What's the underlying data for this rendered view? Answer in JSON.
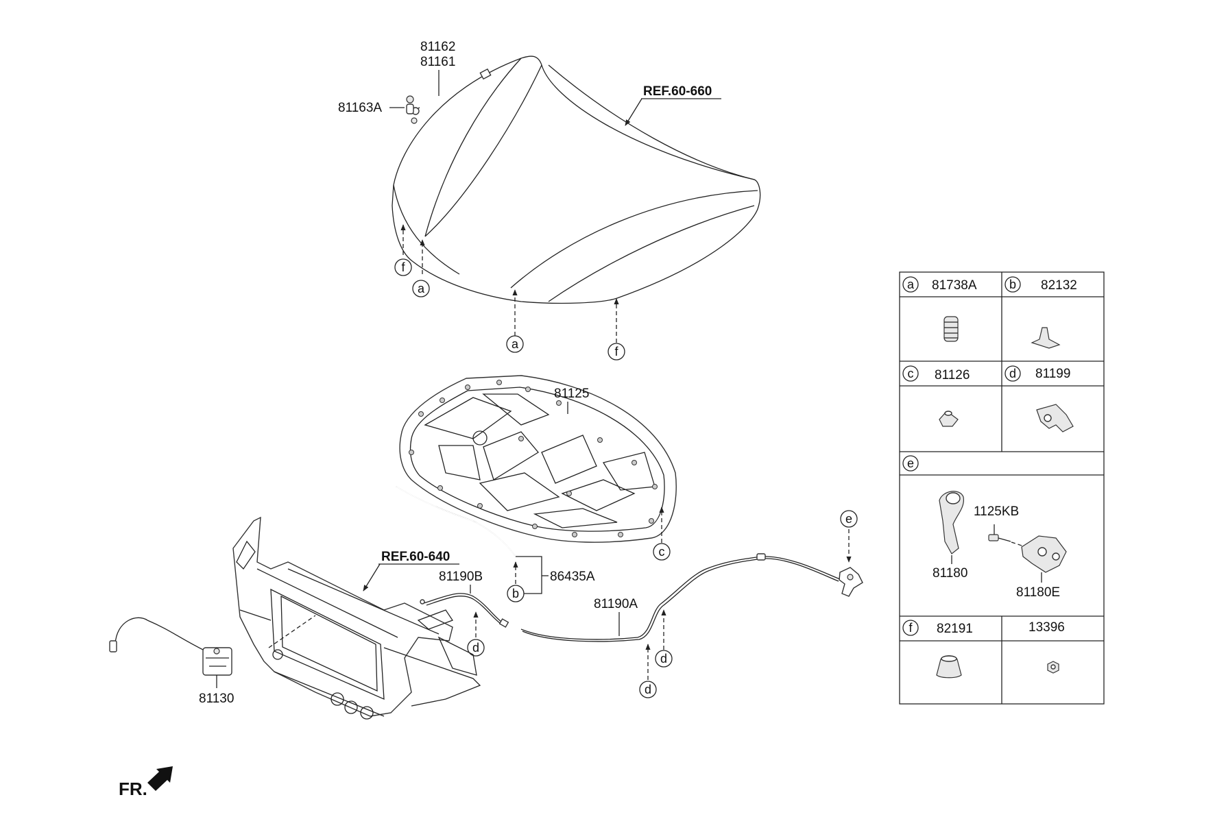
{
  "labels": {
    "p81162": "81162",
    "p81161": "81161",
    "p81163A": "81163A",
    "ref_hood": "REF.60-660",
    "p81125": "81125",
    "ref_carrier": "REF.60-640",
    "p81190B": "81190B",
    "p86435A": "86435A",
    "p81190A": "81190A",
    "p81130": "81130",
    "fr": "FR."
  },
  "callouts": {
    "a": "a",
    "b": "b",
    "c": "c",
    "d": "d",
    "e": "e",
    "f": "f"
  },
  "legend": {
    "a_part": "81738A",
    "b_part": "82132",
    "c_part": "81126",
    "d_part": "81199",
    "e_p1": "1125KB",
    "e_p2": "81180",
    "e_p3": "81180E",
    "f_part": "82191",
    "g_part": "13396"
  }
}
